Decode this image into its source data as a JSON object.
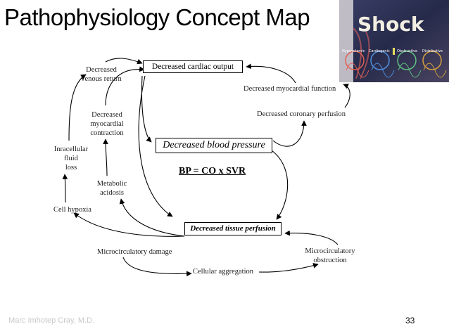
{
  "title": "Pathophysiology Concept Map",
  "thumbnail": {
    "heading": "Shock",
    "labels": [
      "Hypovolemic",
      "Cardiogenic",
      "Obstructive",
      "Distributive"
    ]
  },
  "nodes": {
    "cardiac_output": "Decreased cardiac output",
    "venous_return": [
      "Decreased",
      "venous return"
    ],
    "myocardial_function": "Decreased myocardial function",
    "coronary_perfusion": "Decreased coronary perfusion",
    "myocardial_contraction": [
      "Decreased",
      "myocardial",
      "contraction"
    ],
    "blood_pressure": "Decreased blood pressure",
    "intracellular_fluid_loss": [
      "Inracellular",
      "fluid",
      "loss"
    ],
    "metabolic_acidosis": [
      "Metabolic",
      "acidosis"
    ],
    "cell_hypoxia": "Cell hypoxia",
    "tissue_perfusion": "Decreased tissue perfusion",
    "microcirculatory_damage": "Microcirculatory damage",
    "microcirculatory_obstruction": [
      "Microcirculatory",
      "obstruction"
    ],
    "cellular_aggregation": "Cellular aggregation"
  },
  "formula": "BP = CO x SVR",
  "footer": {
    "author": "Marc Imhotep Cray, M.D.",
    "page": "33"
  },
  "colors": {
    "text": "#222222",
    "footer_text": "#c8c8c8",
    "arrow": "#000000"
  }
}
